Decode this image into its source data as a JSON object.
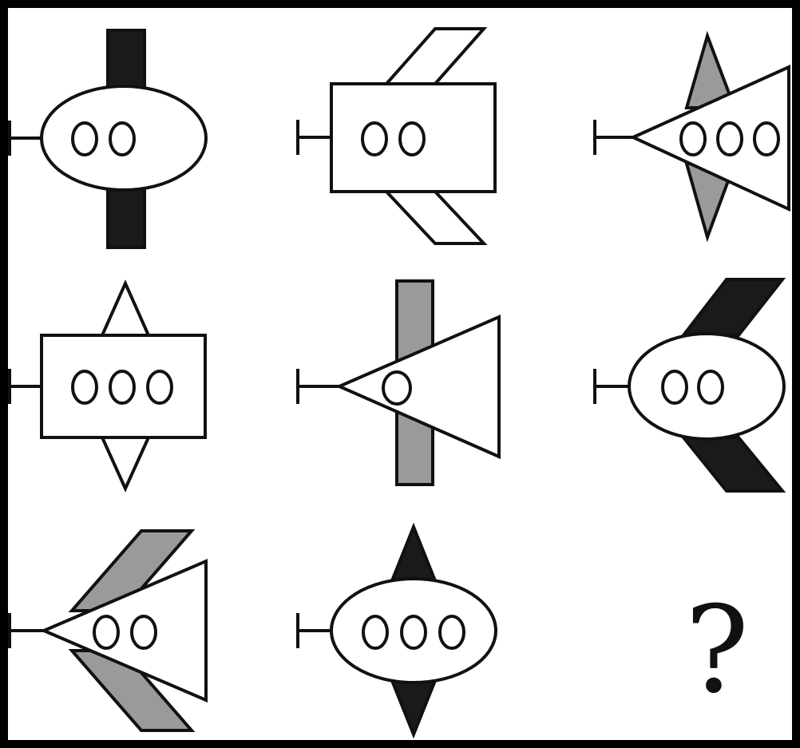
{
  "puzzle": {
    "question_mark": "?",
    "colors": {
      "frame": "#000000",
      "background": "#ffffff",
      "outline": "#111111",
      "dark_fill": "#1a1a1a",
      "gray_fill": "#9a9a9a"
    },
    "cells": [
      {
        "row": 1,
        "col": 1,
        "body": "ellipse",
        "wing": "bar",
        "wing_fill": "black",
        "windows": 2
      },
      {
        "row": 1,
        "col": 2,
        "body": "rectangle",
        "wing": "swept",
        "wing_fill": "white",
        "windows": 2
      },
      {
        "row": 1,
        "col": 3,
        "body": "triangle",
        "wing": "diamond",
        "wing_fill": "gray",
        "windows": 3
      },
      {
        "row": 2,
        "col": 1,
        "body": "rectangle",
        "wing": "diamond",
        "wing_fill": "white",
        "windows": 3
      },
      {
        "row": 2,
        "col": 2,
        "body": "triangle",
        "wing": "bar",
        "wing_fill": "gray",
        "windows": 1
      },
      {
        "row": 2,
        "col": 3,
        "body": "ellipse",
        "wing": "swept-forward",
        "wing_fill": "black",
        "windows": 2
      },
      {
        "row": 3,
        "col": 1,
        "body": "triangle",
        "wing": "swept",
        "wing_fill": "gray",
        "windows": 2
      },
      {
        "row": 3,
        "col": 2,
        "body": "ellipse",
        "wing": "diamond",
        "wing_fill": "black",
        "windows": 3
      },
      {
        "row": 3,
        "col": 3,
        "body": "unknown",
        "wing": "unknown",
        "wing_fill": "unknown",
        "windows": null
      }
    ]
  }
}
